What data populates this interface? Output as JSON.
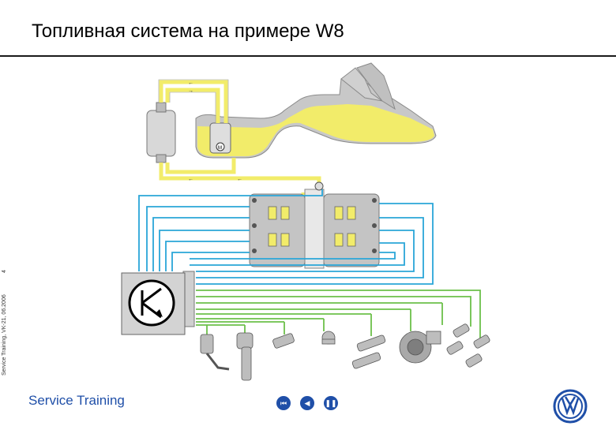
{
  "page": {
    "title": "Топливная система на примере W8",
    "side_text": "Service Training, VK-21, 06.2006",
    "page_number": "4"
  },
  "footer": {
    "brand_text": "Service Training",
    "nav_buttons": [
      "first",
      "previous",
      "pause"
    ]
  },
  "colors": {
    "fuel_line": "#f2ec6a",
    "tank": "#f2ec6a",
    "signal_blue": "#2aa6d8",
    "signal_green": "#6cc04a",
    "component_gray": "#b9b9b9",
    "brand_blue": "#1f4fa8"
  }
}
